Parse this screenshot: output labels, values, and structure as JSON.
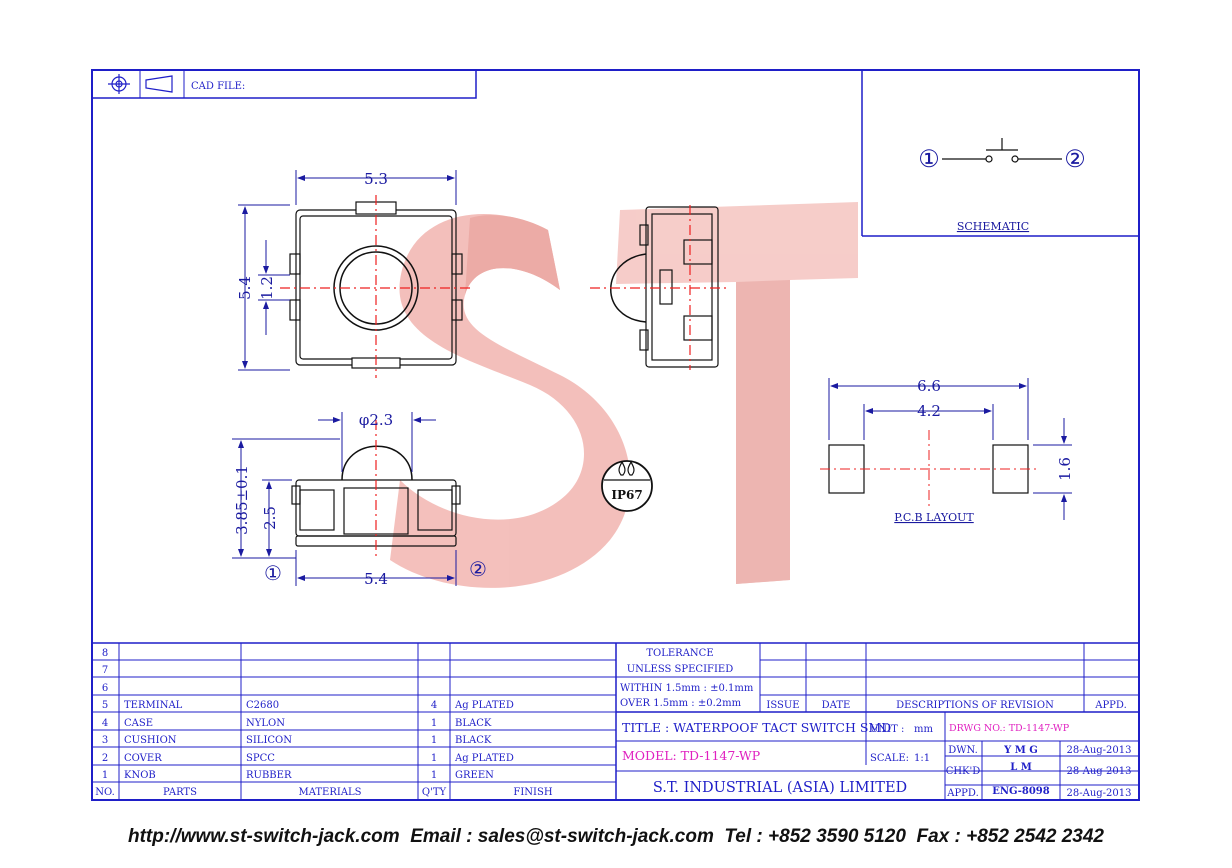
{
  "header": {
    "cad_label": "CAD FILE:"
  },
  "schematic": {
    "pin1": "①",
    "pin2": "②",
    "label": "SCHEMATIC"
  },
  "watermark": {
    "text": "ST"
  },
  "ip_badge": {
    "text": "IP67"
  },
  "dimensions": {
    "top_width": "5.3",
    "top_height": "5.4",
    "top_center": "1.2",
    "knob_dia": "φ2.3",
    "side_height": "3.85±0.1",
    "side_body": "2.5",
    "side_width": "5.4",
    "pin1": "①",
    "pin2": "②",
    "pcb_outer": "6.6",
    "pcb_inner": "4.2",
    "pcb_pad": "1.6",
    "pcb_label": "P.C.B LAYOUT"
  },
  "bom": {
    "header": {
      "no": "NO.",
      "parts": "PARTS",
      "materials": "MATERIALS",
      "qty": "Q'TY",
      "finish": "FINISH"
    },
    "rows": [
      {
        "no": "8",
        "part": "",
        "material": "",
        "qty": "",
        "finish": ""
      },
      {
        "no": "7",
        "part": "",
        "material": "",
        "qty": "",
        "finish": ""
      },
      {
        "no": "6",
        "part": "",
        "material": "",
        "qty": "",
        "finish": ""
      },
      {
        "no": "5",
        "part": "TERMINAL",
        "material": "C2680",
        "qty": "4",
        "finish": "Ag PLATED"
      },
      {
        "no": "4",
        "part": "CASE",
        "material": "NYLON",
        "qty": "1",
        "finish": "BLACK"
      },
      {
        "no": "3",
        "part": "CUSHION",
        "material": "SILICON",
        "qty": "1",
        "finish": "BLACK"
      },
      {
        "no": "2",
        "part": "COVER",
        "material": "SPCC",
        "qty": "1",
        "finish": "Ag PLATED"
      },
      {
        "no": "1",
        "part": "KNOB",
        "material": "RUBBER",
        "qty": "1",
        "finish": "GREEN"
      }
    ]
  },
  "tolerance": {
    "title": "TOLERANCE",
    "subtitle": "UNLESS   SPECIFIED",
    "line1": "WITHIN  1.5mm : ±0.1mm",
    "line2": "OVER    1.5mm : ±0.2mm"
  },
  "revision": {
    "issue": "ISSUE",
    "date": "DATE",
    "descriptions": "DESCRIPTIONS  OF  REVISION",
    "appd": "APPD."
  },
  "title_block": {
    "title": "TITLE : WATERPOOF TACT SWITCH SMD",
    "unit_label": "UNIT :",
    "unit_value": "mm",
    "drwg": "DRWG NO.: TD-1147-WP",
    "model": "MODEL: TD-1147-WP",
    "scale_label": "SCALE:",
    "scale_value": "1:1",
    "company": "S.T.  INDUSTRIAL  (ASIA)  LIMITED",
    "dwn_label": "DWN.",
    "dwn_by": "Y M G",
    "dwn_date": "28-Aug-2013",
    "chkd_label": "CHK'D",
    "chkd_by": "L M",
    "chkd_date": "28-Aug-2013",
    "appd_label": "APPD.",
    "appd_by": "ENG-8098",
    "appd_date": "28-Aug-2013"
  },
  "footer": {
    "text": "http://www.st-switch-jack.com  Email : sales@st-switch-jack.com  Tel : +852 3590 5120  Fax : +852 2542 2342"
  },
  "colors": {
    "frame": "#1f1fc8",
    "watermark": "#f2a9a3",
    "magenta": "#e020c0",
    "centerline": "#ee2020"
  }
}
